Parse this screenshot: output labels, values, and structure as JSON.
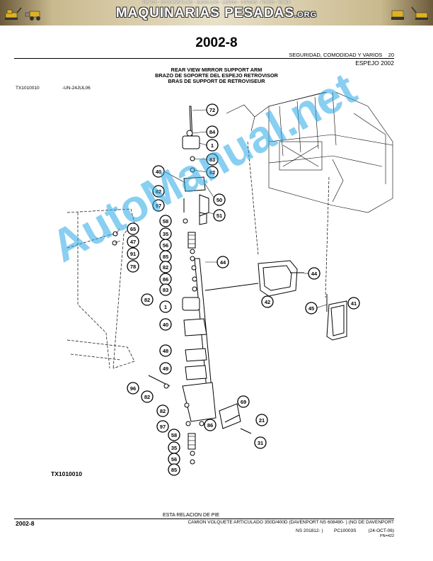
{
  "banner": {
    "top_text": "VIDEOS · DOCUMENTALES · MANUALES · LIBROS · CURSOS · FOROS · VIMEO",
    "brand": "MAQUINARIAS PESADAS",
    "brand_suffix": ".ORG"
  },
  "header": {
    "page_title": "2002-8",
    "section": "SEGURIDAD, COMODIDAD Y VARIOS",
    "section_number": "20",
    "subsection": "ESPEJO 2002"
  },
  "titles": [
    "REAR VIEW MIRROR SUPPORT ARM",
    "BRAZO DE SOPORTE DEL ESPEJO RETROVISOR",
    "BRAS DE SUPPORT DE RETROVISEUR"
  ],
  "figure": {
    "id": "TX1010010",
    "date": "-UN-24JUL06",
    "caption": "TX1010010"
  },
  "callouts": [
    "72",
    "84",
    "1",
    "83",
    "82",
    "40",
    "50",
    "82",
    "97",
    "51",
    "58",
    "65",
    "47",
    "35",
    "56",
    "91",
    "85",
    "78",
    "44",
    "82",
    "86",
    "83",
    "82",
    "1",
    "44",
    "42",
    "45",
    "41",
    "40",
    "48",
    "49",
    "96",
    "82",
    "69",
    "82",
    "21",
    "97",
    "86",
    "58",
    "31",
    "35",
    "56",
    "85"
  ],
  "watermark": "AutoManual.net",
  "footer": {
    "relation": "ESTA RELACION DE PIE",
    "page": "2002-8",
    "description": "CAMION VOLQUETE ARTICULADO 350D/400D (DAVENPORT NS 608490- ) (NO DE DAVENPORT",
    "ns": "NS 201812- )",
    "ref": "PC10003S",
    "date": "(24-OCT-06)",
    "pn": "PN=422"
  }
}
